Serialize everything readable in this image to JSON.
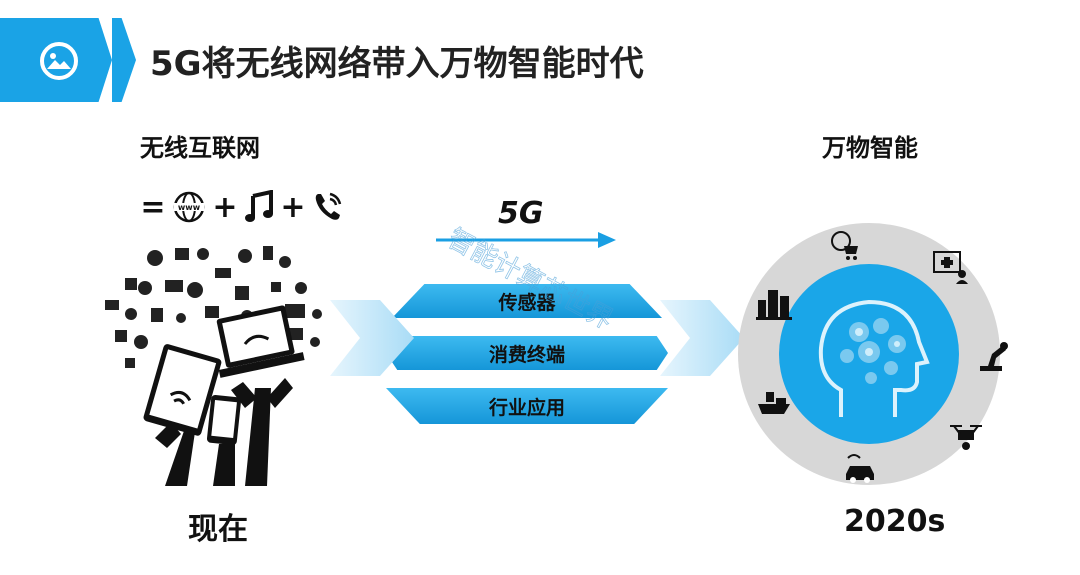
{
  "header": {
    "title": "5G将无线网络带入万物智能时代",
    "accent": "#1aa3e6",
    "icon": "image-icon"
  },
  "left": {
    "heading": "无线互联网",
    "formula": {
      "equals": "=",
      "plus": "+",
      "items": [
        "globe-www-icon",
        "music-note-icon",
        "phone-call-icon"
      ]
    },
    "caption": "现在"
  },
  "middle": {
    "tag": "5G",
    "layers": [
      "传感器",
      "消费终端",
      "行业应用"
    ],
    "watermark": "智能计算芯世界"
  },
  "right": {
    "heading": "万物智能",
    "caption": "2020s",
    "icons": [
      "shopping-cart-icon",
      "medical-monitor-icon",
      "city-buildings-icon",
      "robot-arm-icon",
      "cargo-ship-icon",
      "drone-icon",
      "connected-car-icon",
      "ai-head-icon"
    ]
  }
}
